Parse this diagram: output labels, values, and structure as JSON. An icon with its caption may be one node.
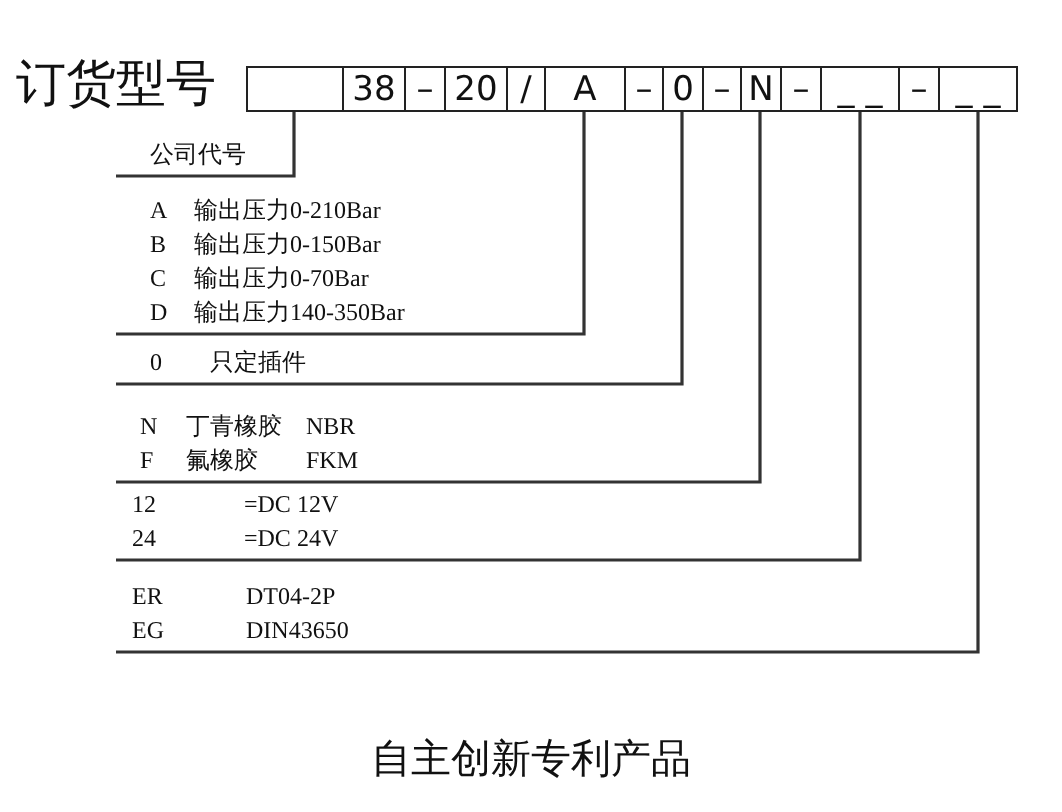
{
  "diagram": {
    "title": "订货型号",
    "caption": "自主创新专利产品",
    "nodes": [
      {
        "text": [],
        "shape": "box"
      },
      {
        "text": [
          "38"
        ]
      },
      {
        "text": [
          "–"
        ]
      },
      {
        "text": [
          "20"
        ]
      },
      {
        "text": [
          "/"
        ]
      },
      {
        "text": [
          "A"
        ]
      },
      {
        "text": [
          "–"
        ]
      },
      {
        "text": [
          "0"
        ]
      },
      {
        "text": [
          "–"
        ]
      },
      {
        "text": [
          "N"
        ]
      },
      {
        "text": [
          "–"
        ]
      },
      {
        "text": [
          "_ _"
        ]
      },
      {
        "text": [
          "–"
        ]
      },
      {
        "text": [
          "_ _"
        ]
      },
      {
        "text": [
          "公司代号"
        ]
      },
      {
        "text": [
          "A",
          "输出压力0-210Bar",
          "B",
          "输出压力0-150Bar",
          "C",
          "输出压力0-70Bar",
          "D",
          "输出压力140-350Bar"
        ]
      },
      {
        "text": [
          "0",
          "只定插件"
        ]
      },
      {
        "text": [
          "N",
          "丁青橡胶",
          "NBR",
          "F",
          "氟橡胶",
          "FKM"
        ]
      },
      {
        "text": [
          "12",
          "=DC 12V",
          "24",
          "=DC 24V"
        ]
      },
      {
        "text": [
          "ER",
          "DT04-2P",
          "EG",
          "DIN43650"
        ]
      }
    ],
    "edges": [
      {
        "from": 0,
        "to": 14,
        "arrow": "none"
      },
      {
        "from": 5,
        "to": 15,
        "arrow": "none"
      },
      {
        "from": 7,
        "to": 16,
        "arrow": "none"
      },
      {
        "from": 9,
        "to": 17,
        "arrow": "none"
      },
      {
        "from": 11,
        "to": 18,
        "arrow": "none"
      },
      {
        "from": 13,
        "to": 19,
        "arrow": "none"
      }
    ]
  }
}
